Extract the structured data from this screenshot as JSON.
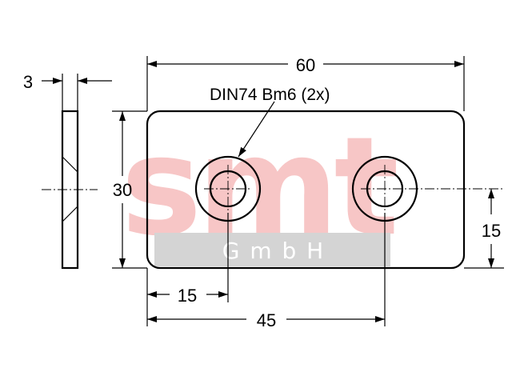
{
  "drawing": {
    "watermark": {
      "logo_text": "smt",
      "sub_text": "G m b H",
      "logo_color": "#f7c6c6",
      "band_color": "#d4d4d4",
      "sub_text_color": "#ffffff"
    },
    "callout": "DIN74 Bm6 (2x)",
    "dimensions": {
      "overall_length": "60",
      "height": "30",
      "thickness": "3",
      "first_hole_offset": "15",
      "second_hole_offset": "45",
      "hole_height": "15"
    }
  }
}
